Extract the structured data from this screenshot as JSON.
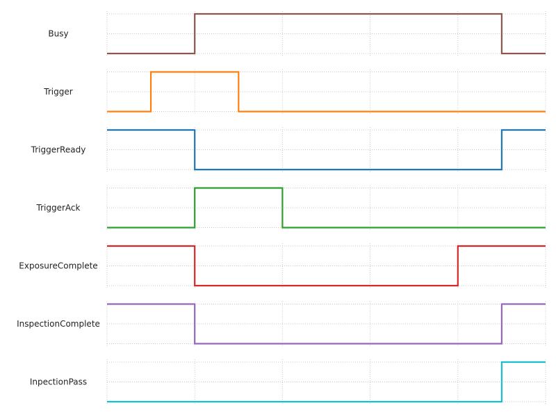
{
  "chart_data": {
    "type": "line",
    "subtype": "timing-diagram (step)",
    "title": "",
    "xlabel": "",
    "ylabel": "",
    "xlim": [
      0,
      5
    ],
    "ylim_per_row": [
      0,
      1
    ],
    "grid": true,
    "x_gridlines": [
      0,
      1,
      2,
      3,
      4,
      5
    ],
    "y_gridlines_per_row": [
      0,
      0.5,
      1
    ],
    "series": [
      {
        "name": "Busy",
        "color": "#8c564b",
        "x": [
          0,
          1,
          1,
          4.5,
          4.5,
          5
        ],
        "values": [
          0,
          0,
          1,
          1,
          0,
          0
        ]
      },
      {
        "name": "Trigger",
        "color": "#ff7f0e",
        "x": [
          0,
          0.5,
          0.5,
          1.5,
          1.5,
          5
        ],
        "values": [
          0,
          0,
          1,
          1,
          0,
          0
        ]
      },
      {
        "name": "TriggerReady",
        "color": "#1f77b4",
        "x": [
          0,
          1,
          1,
          4.5,
          4.5,
          5
        ],
        "values": [
          1,
          1,
          0,
          0,
          1,
          1
        ]
      },
      {
        "name": "TriggerAck",
        "color": "#2ca02c",
        "x": [
          0,
          1,
          1,
          2,
          2,
          5
        ],
        "values": [
          0,
          0,
          1,
          1,
          0,
          0
        ]
      },
      {
        "name": "ExposureComplete",
        "color": "#d62728",
        "x": [
          0,
          1,
          1,
          4,
          4,
          5
        ],
        "values": [
          1,
          1,
          0,
          0,
          1,
          1
        ]
      },
      {
        "name": "InspectionComplete",
        "color": "#9467bd",
        "x": [
          0,
          1,
          1,
          4.5,
          4.5,
          5
        ],
        "values": [
          1,
          1,
          0,
          0,
          1,
          1
        ]
      },
      {
        "name": "InpectionPass",
        "color": "#17becf",
        "x": [
          0,
          4.5,
          4.5,
          5
        ],
        "values": [
          0,
          0,
          1,
          1
        ]
      }
    ]
  }
}
